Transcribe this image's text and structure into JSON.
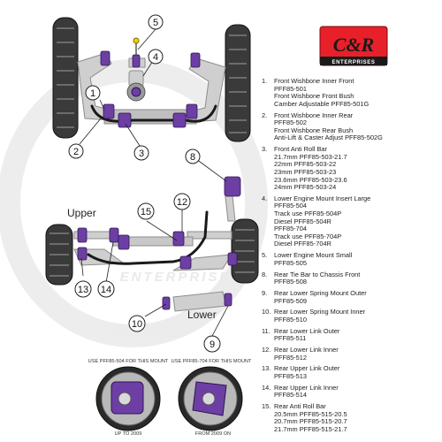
{
  "brand": {
    "logo_text": "C&R",
    "logo_subtext": "ENTERPRISES",
    "watermark_text": "ENTERPRISES",
    "colors": {
      "primary": "#e8202a",
      "bush": "#6d3fa4"
    }
  },
  "diagram": {
    "labels": {
      "upper": "Upper",
      "lower": "Lower"
    },
    "callouts": [
      "1",
      "2",
      "3",
      "4",
      "5",
      "8",
      "9",
      "10",
      "12",
      "13",
      "14",
      "15"
    ]
  },
  "legend": [
    {
      "num": "1.",
      "lines": [
        "Front Wishbone Inner Front",
        "PFF85-501",
        "Front Wishbone Front Bush",
        "Camber Adjustable PFF85-501G"
      ]
    },
    {
      "num": "2.",
      "lines": [
        "Front Wishbone Inner Rear",
        "PFF85-502",
        "Front Wishbone Rear Bush",
        "Anti-Lift & Caster Adjust PFF85-502G"
      ]
    },
    {
      "num": "3.",
      "lines": [
        "Front Anti Roll Bar",
        "21.7mm PFF85-503-21.7",
        "22mm PFF85-503-22",
        "23mm PFF85-503-23",
        "23.6mm PFF85-503-23.6",
        "24mm PFF85-503-24"
      ]
    },
    {
      "num": "4.",
      "lines": [
        "Lower Engine Mount Insert Large",
        "PFF85-504",
        "Track use PFF85-504P",
        "Diesel PFF85-504R",
        "PFF85-704",
        "Track use PFF85-704P",
        "Diesel PFF85-704R"
      ]
    },
    {
      "num": "5.",
      "lines": [
        "Lower Engine Mount Small",
        "PFF85-505"
      ]
    },
    {
      "num": "8.",
      "lines": [
        "Rear Tie Bar to Chassis Front",
        "PFF85-508"
      ]
    },
    {
      "num": "9.",
      "lines": [
        "Rear Lower Spring Mount Outer",
        "PFF85-509"
      ]
    },
    {
      "num": "10.",
      "lines": [
        "Rear Lower Spring Mount Inner",
        "PFF85-510"
      ]
    },
    {
      "num": "11.",
      "lines": [
        "Rear Lower Link Outer",
        "PFF85-511"
      ]
    },
    {
      "num": "12.",
      "lines": [
        "Rear Lower Link Inner",
        "PFF85-512"
      ]
    },
    {
      "num": "13.",
      "lines": [
        "Rear Upper Link Outer",
        "PFF85-513"
      ]
    },
    {
      "num": "14.",
      "lines": [
        "Rear Upper Link Inner",
        "PFF85-514"
      ]
    },
    {
      "num": "15.",
      "lines": [
        "Rear Anti Roll Bar",
        "20.5mm PFF85-515-20.5",
        "20.7mm PFF85-515-20.7",
        "21.7mm PFF85-515-21.7"
      ]
    }
  ],
  "mounts": [
    {
      "caption_top": "USE PFF85-504 FOR THIS MOUNT",
      "caption_bottom": "UP TO 2009"
    },
    {
      "caption_top": "USE PFF85-704 FOR THIS MOUNT",
      "caption_bottom": "FROM 2009 ON"
    }
  ]
}
